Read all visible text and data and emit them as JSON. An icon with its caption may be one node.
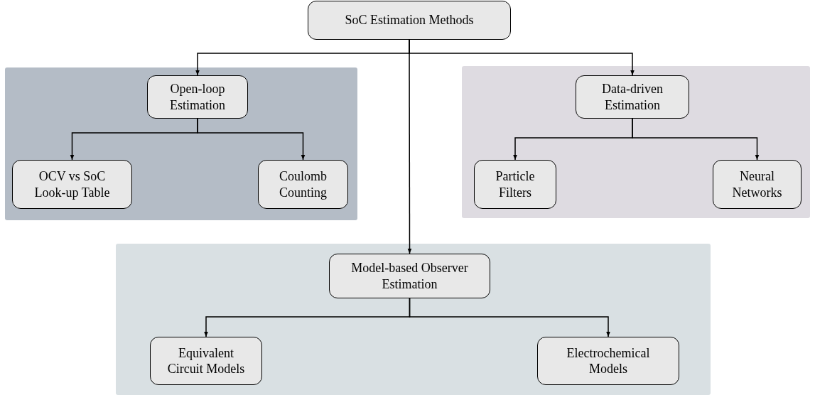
{
  "diagram": {
    "nodes": [
      {
        "text": [
          "SoC Estimation Methods"
        ]
      },
      {
        "text": [],
        "shape": "box"
      },
      {
        "text": [
          "Open-loop Estimation"
        ],
        "in": 1
      },
      {
        "text": [
          "OCV vs SoC Look-up Table"
        ],
        "in": 1
      },
      {
        "text": [
          "Coulomb Counting"
        ],
        "in": 1
      },
      {
        "text": [],
        "shape": "box"
      },
      {
        "text": [
          "Data-driven Estimation"
        ],
        "in": 5
      },
      {
        "text": [
          "Particle Filters"
        ],
        "in": 5
      },
      {
        "text": [
          "Neural Networks"
        ],
        "in": 5
      },
      {
        "text": [],
        "shape": "box"
      },
      {
        "text": [
          "Model-based Observer Estimation"
        ],
        "in": 9
      },
      {
        "text": [
          "Equivalent Circuit Models"
        ],
        "in": 9
      },
      {
        "text": [
          "Electrochemical Models"
        ],
        "in": 9
      }
    ],
    "edges": [
      {
        "from": 0,
        "to": 2,
        "arrow": "to"
      },
      {
        "from": 0,
        "to": 6,
        "arrow": "to"
      },
      {
        "from": 0,
        "to": 10,
        "arrow": "to"
      },
      {
        "from": 2,
        "to": 3,
        "arrow": "to"
      },
      {
        "from": 2,
        "to": 4,
        "arrow": "to"
      },
      {
        "from": 6,
        "to": 7,
        "arrow": "to"
      },
      {
        "from": 6,
        "to": 8,
        "arrow": "to"
      },
      {
        "from": 10,
        "to": 11,
        "arrow": "to"
      },
      {
        "from": 10,
        "to": 12,
        "arrow": "to"
      }
    ]
  }
}
